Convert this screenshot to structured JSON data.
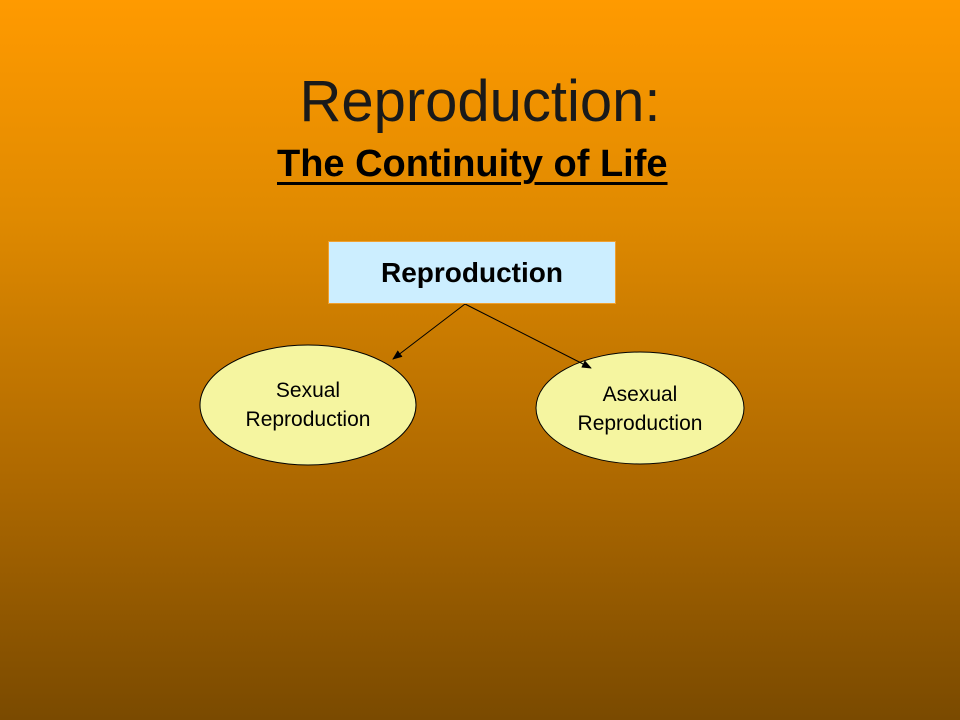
{
  "title": "Reproduction:",
  "subtitle": "The Continuity of Life",
  "diagram": {
    "root": "Reproduction",
    "children": [
      {
        "line1": "Sexual",
        "line2": "Reproduction"
      },
      {
        "line1": "Asexual",
        "line2": "Reproduction"
      }
    ]
  },
  "colors": {
    "box": "#cceeff",
    "ellipse": "#f5f5a0"
  }
}
